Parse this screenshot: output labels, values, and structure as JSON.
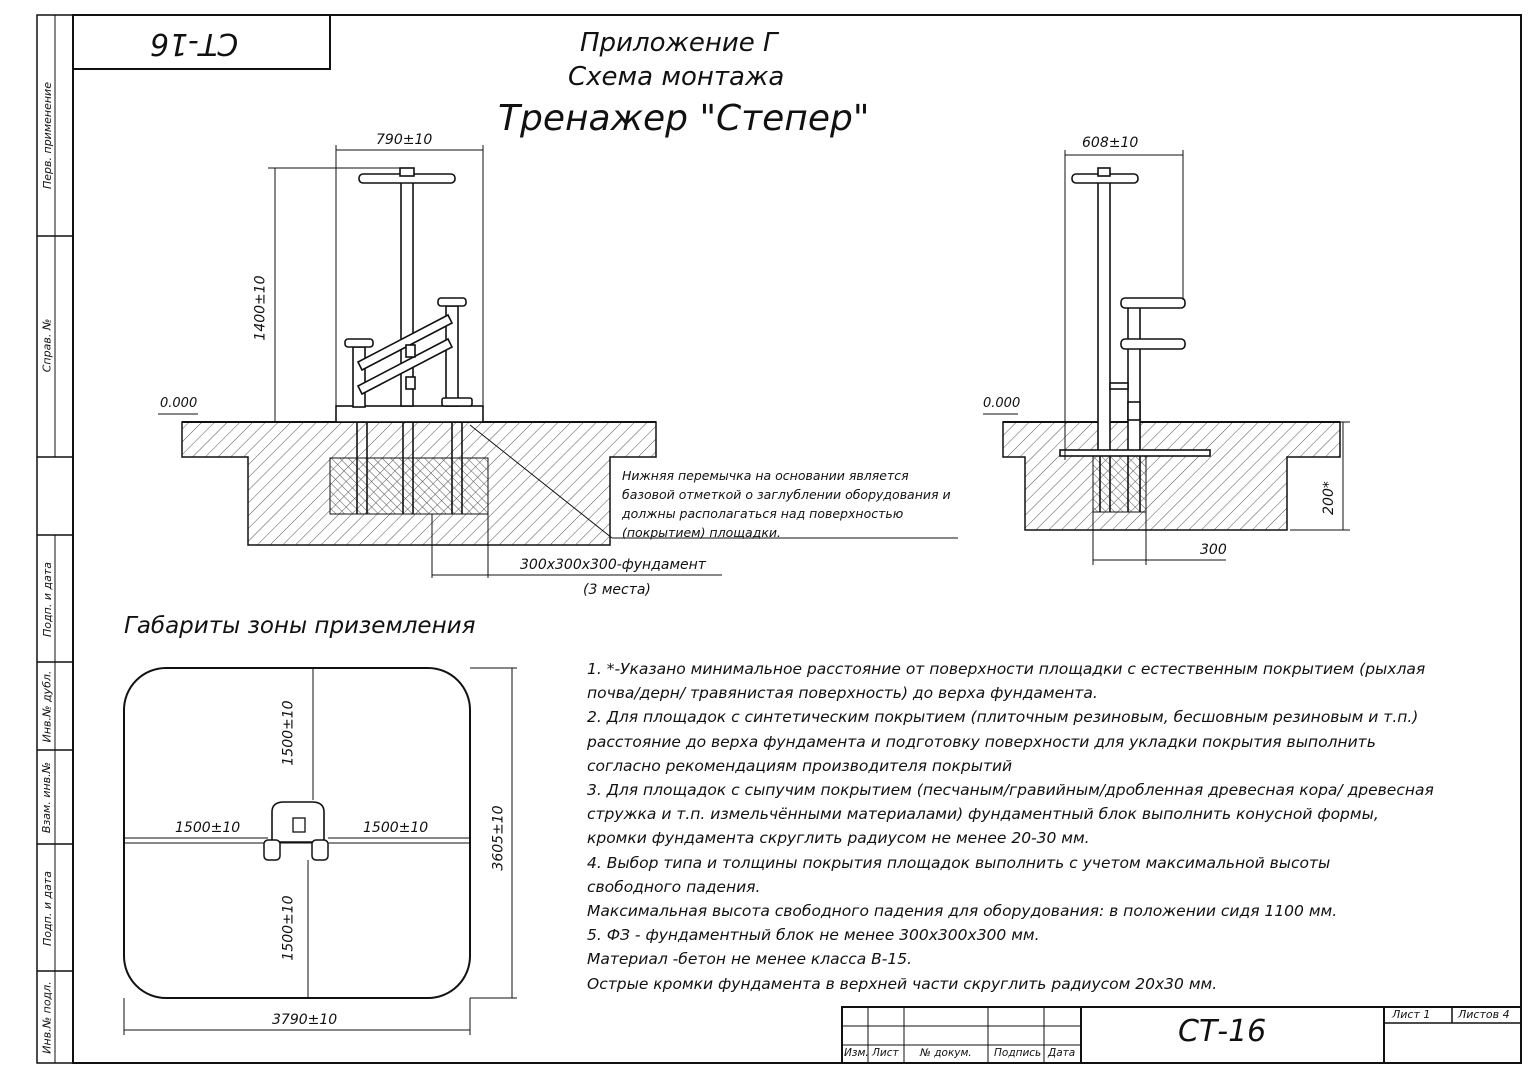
{
  "stamp_top": "СТ-16",
  "title": {
    "line1": "Приложение Г",
    "line2": "Схема монтажа",
    "line3": "Тренажер \"Степер\""
  },
  "side_labels": [
    "Перв. применение",
    "Справ. №",
    "Подп. и дата",
    "Инв.№ дубл.",
    "Взам. инв.№",
    "Подп. и дата",
    "Инв.№ подл."
  ],
  "front_view": {
    "width_dim": "790±10",
    "height_dim": "1400±10",
    "level_mark": "0.000",
    "note": [
      "Нижняя перемычка на основании является",
      "базовой отметкой о заглублении оборудования и",
      "должны располагаться над поверхностью",
      "(покрытием) площадки."
    ],
    "foundation_label": "300х300х300-фундамент",
    "foundation_count": "(3 места)"
  },
  "side_view": {
    "width_dim": "608±10",
    "level_mark": "0.000",
    "depth_dim": "200*",
    "base_dim": "300"
  },
  "zone": {
    "title": "Габариты зоны приземления",
    "top": "1500±10",
    "bottom": "1500±10",
    "left": "1500±10",
    "right": "1500±10",
    "height": "3605±10",
    "width": "3790±10"
  },
  "notes": [
    "1.    *-Указано минимальное расстояние от поверхности площадки с естественным покрытием (рыхлая",
    "  почва/дерн/ травянистая поверхность) до верха фундамента.",
    "2.    Для площадок с синтетическим покрытием (плиточным резиновым, бесшовным резиновым и т.п.)",
    "расстояние до верха фундамента и подготовку поверхности для укладки покрытия выполнить",
    "согласно рекомендациям производителя покрытий",
    "3.    Для площадок с сыпучим покрытием (песчаным/гравийным/дробленная древесная кора/ древесная",
    "стружка и т.п. измельчёнными материалами) фундаментный блок выполнить конусной формы,",
    "кромки фундамента скруглить радиусом не менее 20-30 мм.",
    "4.    Выбор типа и толщины покрытия площадок выполнить с учетом максимальной высоты",
    "свободного падения.",
    "         Максимальная высота свободного падения для оборудования: в положении сидя 1100 мм.",
    "5.     ФЗ - фундаментный блок не менее 300х300х300 мм.",
    "                     Материал -бетон не менее класса В-15.",
    "                     Острые кромки фундамента в верхней части скруглить радиусом 20х30 мм."
  ],
  "title_block": {
    "designation": "СТ-16",
    "sheet_label": "Лист 1",
    "sheets_label": "Листов 4",
    "headers": [
      "Изм.",
      "Лист",
      "№ докум.",
      "Подпись",
      "Дата"
    ]
  },
  "colors": {
    "line": "#111111",
    "hatch": "#333333"
  }
}
